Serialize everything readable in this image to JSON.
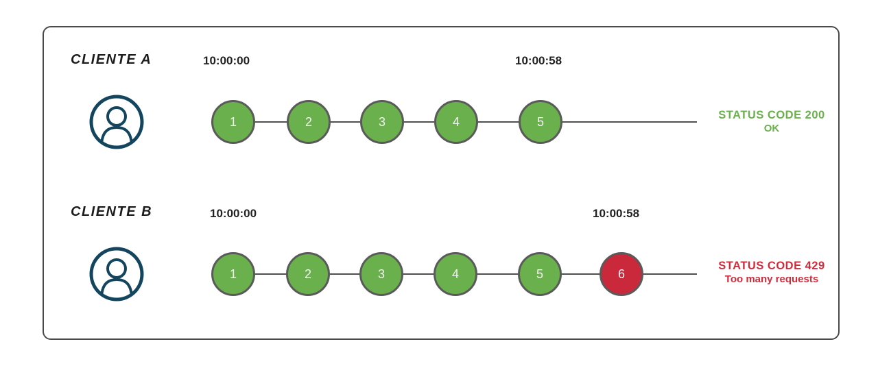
{
  "diagram": {
    "rows": [
      {
        "client": "CLIENTE A",
        "start_time": "10:00:00",
        "end_time": "10:00:58",
        "requests": [
          "1",
          "2",
          "3",
          "4",
          "5"
        ],
        "status_code": "STATUS CODE 200",
        "status_message": "OK",
        "status_color": "#6ab04c"
      },
      {
        "client": "CLIENTE B",
        "start_time": "10:00:00",
        "end_time": "10:00:58",
        "requests": [
          "1",
          "2",
          "3",
          "4",
          "5",
          "6"
        ],
        "status_code": "STATUS CODE 429",
        "status_message": "Too many requests",
        "status_color": "#d22b3a"
      }
    ],
    "colors": {
      "request_ok": "#6ab04c",
      "request_limited": "#c9293b",
      "status_ok_text": "#6ab04c",
      "status_error_text": "#d22b3a",
      "user_icon": "#14455e",
      "timeline": "#4f4f4f",
      "circle_border": "#5a5a5a",
      "frame_border": "#4a4a4a"
    },
    "icons": {
      "user": "user-icon"
    }
  }
}
